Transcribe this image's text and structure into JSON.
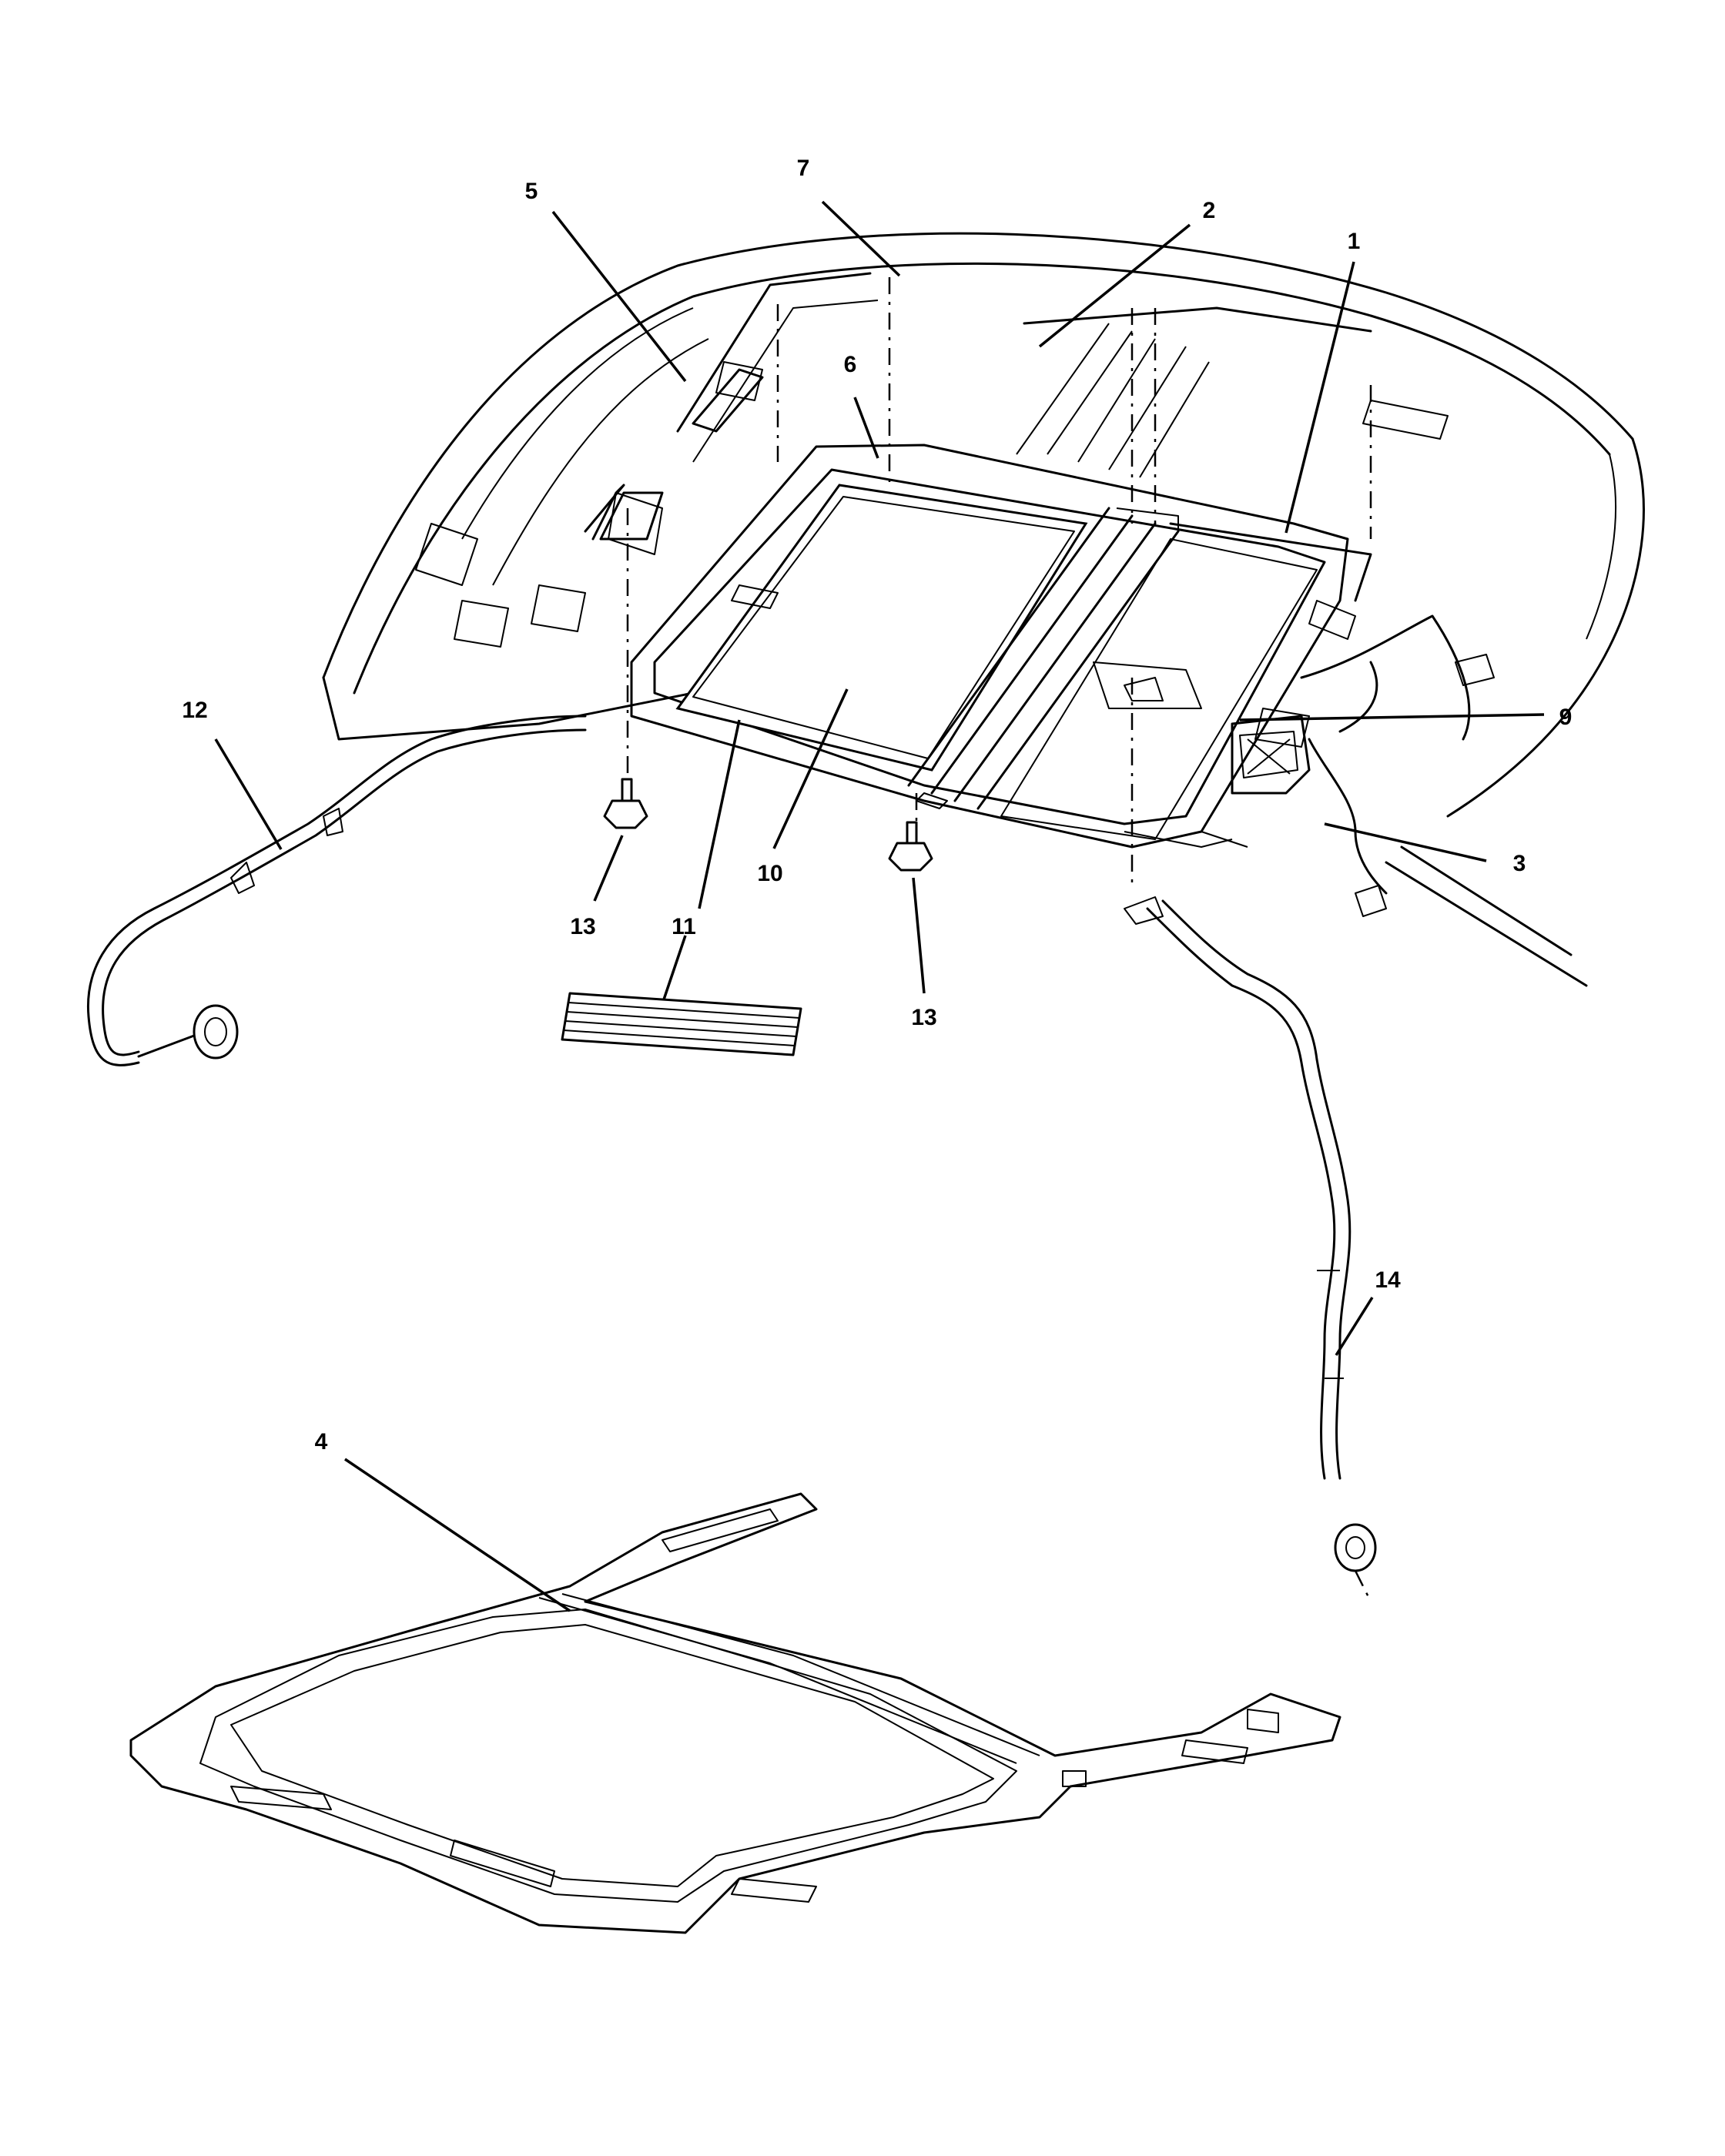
{
  "callouts": {
    "c1": "1",
    "c2": "2",
    "c3": "3",
    "c4": "4",
    "c5": "5",
    "c6": "6",
    "c7": "7",
    "c9": "9",
    "c10": "10",
    "c11": "11",
    "c12": "12",
    "c13a": "13",
    "c13b": "13",
    "c14": "14"
  }
}
